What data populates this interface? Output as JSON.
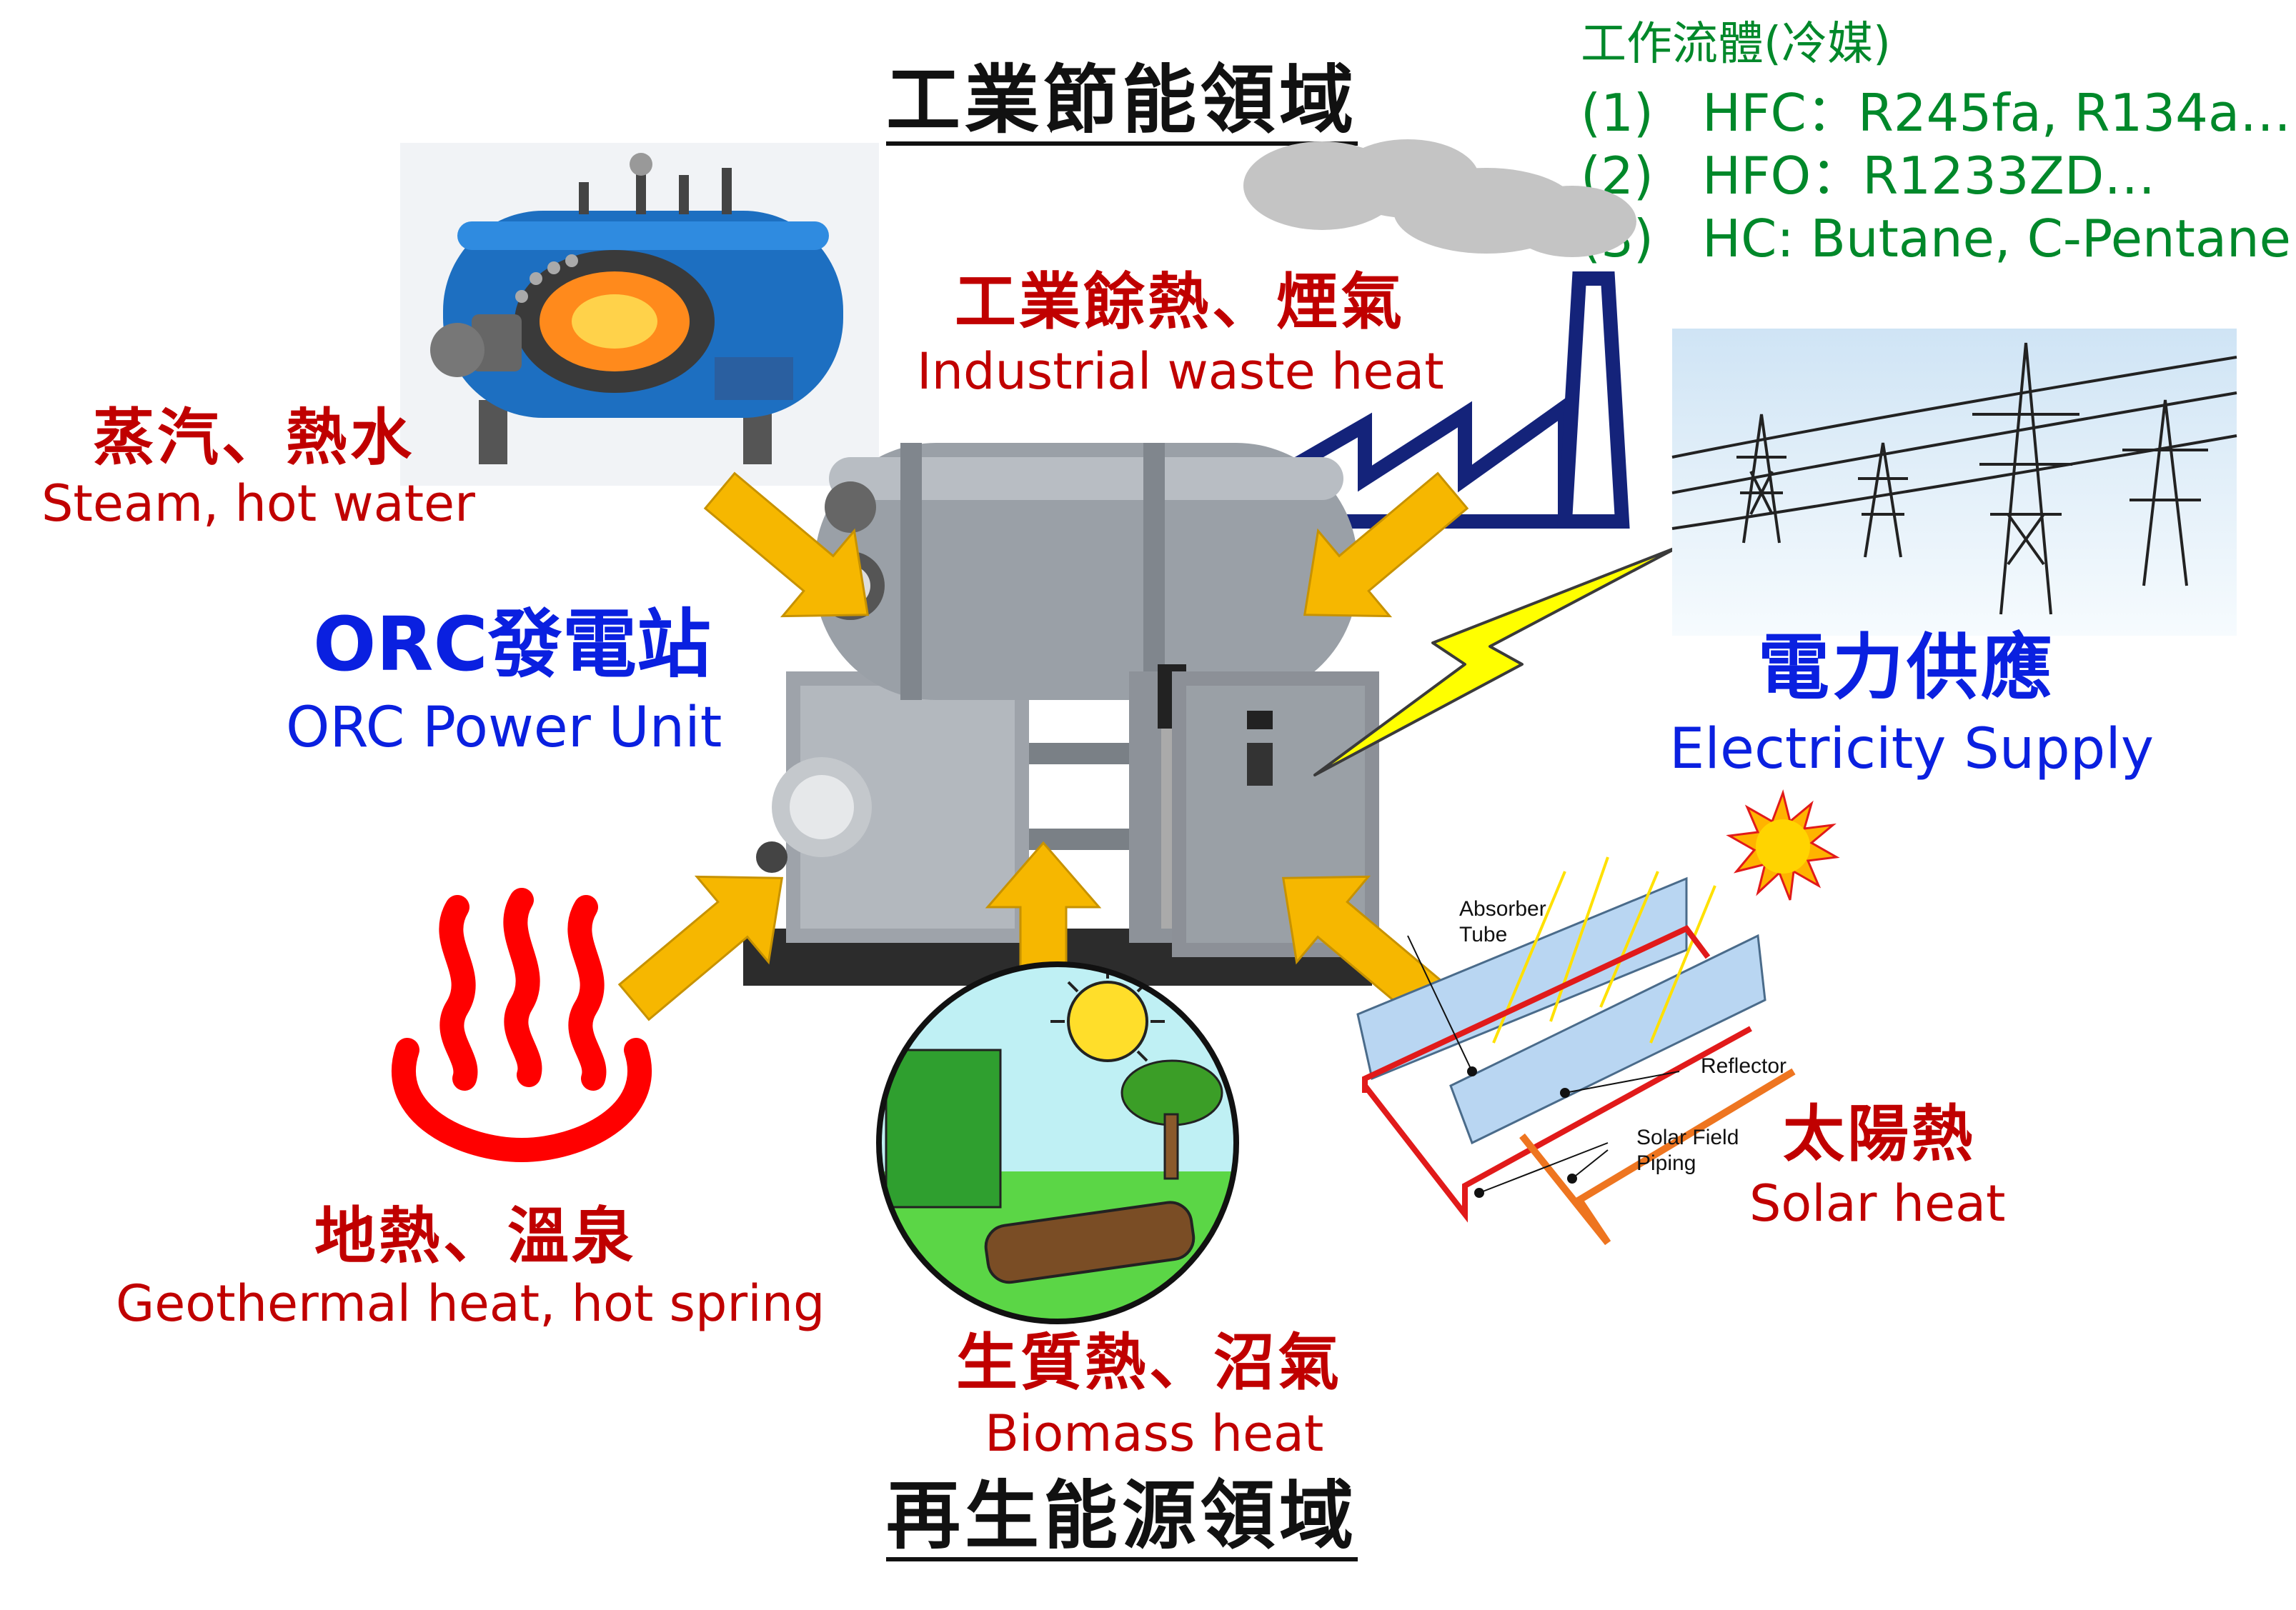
{
  "headings": {
    "industrial": "工業節能領域",
    "renewable": "再生能源領域"
  },
  "fluids": {
    "title": "工作流體(冷媒)",
    "items": [
      {
        "num": "(1)",
        "text": "HFC：R245fa, R134a…"
      },
      {
        "num": "(2)",
        "text": "HFO：R1233ZD…"
      },
      {
        "num": "(3)",
        "text": "HC: Butane, C-Pentane"
      }
    ]
  },
  "sources": {
    "steam": {
      "zh": "蒸汽、熱水",
      "en": "Steam, hot water"
    },
    "industrial": {
      "zh": "工業餘熱、煙氣",
      "en": "Industrial waste heat"
    },
    "geothermal": {
      "zh": "地熱、溫泉",
      "en": "Geothermal heat, hot spring"
    },
    "biomass": {
      "zh": "生質熱、沼氣",
      "en": "Biomass heat"
    },
    "solar": {
      "zh": "太陽熱",
      "en": "Solar heat"
    }
  },
  "orc": {
    "zh": "ORC發電站",
    "en": "ORC Power Unit"
  },
  "electricity": {
    "zh": "電力供應",
    "en": "Electricity Supply"
  },
  "solar_labels": {
    "absorber_line1": "Absorber",
    "absorber_line2": "Tube",
    "reflector": "Reflector",
    "piping_line1": "Solar Field",
    "piping_line2": "Piping"
  },
  "icons": [
    "boiler-icon",
    "factory-icon",
    "orc-machine-icon",
    "power-tower-icon",
    "lightning-icon",
    "hot-spring-icon",
    "biomass-icon",
    "solar-collector-icon",
    "sun-icon",
    "smoke-icon"
  ],
  "colors": {
    "red_label": "#c00000",
    "blue_label": "#0a20e0",
    "green_label": "#00882a",
    "arrow": "#f6b700",
    "lightning": "#ffff00"
  }
}
